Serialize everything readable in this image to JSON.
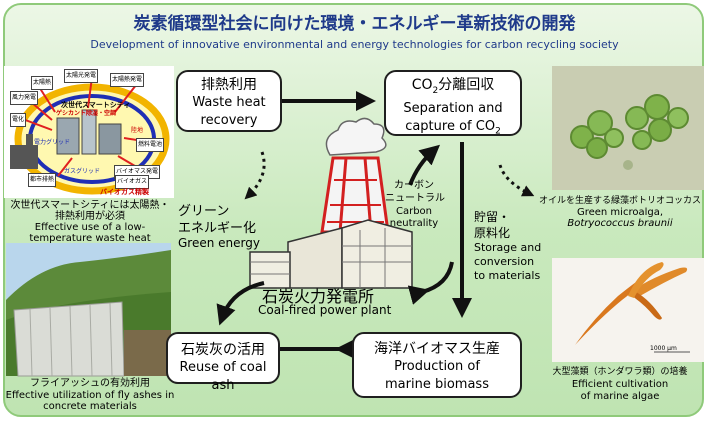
{
  "title": {
    "jp": "炭素循環型社会に向けた環境・エネルギー革新技術の開発",
    "en": "Development of innovative environmental and energy technologies for carbon recycling society"
  },
  "boxes": {
    "waste_heat": {
      "jp": "排熱利用",
      "en1": "Waste heat",
      "en2": "recovery"
    },
    "co2": {
      "jp_a": "CO",
      "jp_sub": "2",
      "jp_b": "分離回収",
      "en1": "Separation and",
      "en2_a": "capture of CO",
      "en2_sub": "2"
    },
    "coal_ash": {
      "jp": "石炭灰の活用",
      "en": "Reuse of coal ash"
    },
    "marine": {
      "jp": "海洋バイオマス生産",
      "en1": "Production of",
      "en2": "marine biomass"
    }
  },
  "center": {
    "plant_jp": "石炭火力発電所",
    "plant_en": "Coal-fired power plant",
    "green_jp1": "グリーン",
    "green_jp2": "エネルギー化",
    "green_en": "Green energy",
    "neutral_jp1": "カーボン",
    "neutral_jp2": "ニュートラル",
    "neutral_en1": "Carbon",
    "neutral_en2": "neutrality",
    "storage_jp1": "貯留・",
    "storage_jp2": "原料化",
    "storage_en1": "Storage and",
    "storage_en2": "conversion",
    "storage_en3": "to materials"
  },
  "smart_city": {
    "center_label1": "次世代スマートシティ",
    "center_label2": "ゲシカント除湿・空調",
    "tags": [
      "太陽熱",
      "太陽光発電",
      "太陽熱発電",
      "風力発電",
      "電化",
      "都市排熱",
      "燃料電池",
      "陸地",
      "バイオマス発電",
      "バイオガス",
      "ガスグリッド",
      "電力グリッド",
      "バイオガス精製"
    ],
    "caption_jp1": "次世代スマートシティには太陽熱・",
    "caption_jp2": "排熱利用が必須",
    "caption_en1": "Effective use of a low-",
    "caption_en2": "temperature waste heat"
  },
  "fly_ash": {
    "caption_jp": "フライアッシュの有効利用",
    "caption_en1": "Effective utilization of fly ashes in",
    "caption_en2": "concrete materials"
  },
  "microalga": {
    "caption_jp": "オイルを生産する緑藻ボトリオコッカス",
    "caption_en1": "Green microalga,",
    "caption_en2": "Botryococcus braunii"
  },
  "algae": {
    "scale": "1000 μm",
    "caption_jp": "大型藻類（ホンダワラ類）の培養",
    "caption_en1": "Efficient cultivation",
    "caption_en2": "of marine algae"
  },
  "colors": {
    "title": "#1f3a8a",
    "plant_red": "#d32020",
    "panel": "#c9e9bd"
  }
}
